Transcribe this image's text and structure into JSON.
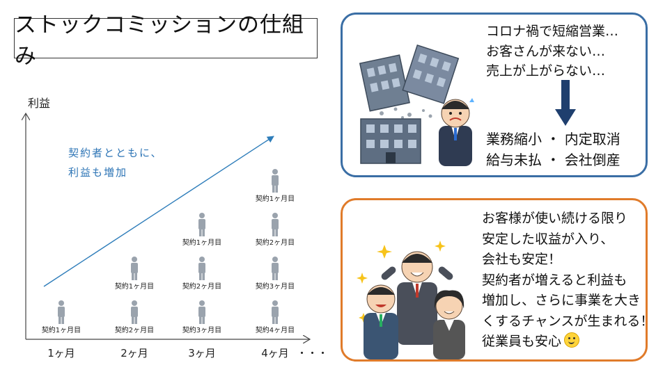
{
  "title": "ストックコミッションの仕組み",
  "chart_data": {
    "type": "diagram",
    "y_axis_label": "利益",
    "trend_annotation": [
      "契約者とともに、",
      "利益も増加"
    ],
    "x_labels": [
      "1ヶ月",
      "2ヶ月",
      "3ヶ月",
      "4ヶ月"
    ],
    "x_ellipsis": "・・・",
    "columns": [
      {
        "x": "1ヶ月",
        "contracts": [
          "契約1ヶ月目"
        ]
      },
      {
        "x": "2ヶ月",
        "contracts": [
          "契約2ヶ月目",
          "契約1ヶ月目"
        ]
      },
      {
        "x": "3ヶ月",
        "contracts": [
          "契約3ヶ月目",
          "契約2ヶ月目",
          "契約1ヶ月目"
        ]
      },
      {
        "x": "4ヶ月",
        "contracts": [
          "契約4ヶ月目",
          "契約3ヶ月目",
          "契約2ヶ月目",
          "契約1ヶ月目"
        ]
      }
    ]
  },
  "panel_bad": {
    "lines": [
      "コロナ禍で短縮営業…",
      "お客さんが来ない…",
      "売上が上がらない…"
    ],
    "results": [
      "業務縮小 ・ 内定取消",
      "給与未払 ・ 会社倒産"
    ],
    "colors": {
      "border": "#3a6ea5",
      "arrow": "#1f3f6e"
    }
  },
  "panel_good": {
    "lines": [
      "お客様が使い続ける限り",
      "安定した収益が入り、",
      "会社も安定！",
      "契約者が増えると利益も",
      "増加し、さらに事業を大き",
      "くするチャンスが生まれる！",
      "従業員も安心"
    ],
    "emoji": "smiling-face",
    "colors": {
      "border": "#e07b2a"
    }
  },
  "colors": {
    "trend_line": "#2e7dba",
    "annotation": "#2e75b6",
    "person": "#9aa3ad"
  }
}
